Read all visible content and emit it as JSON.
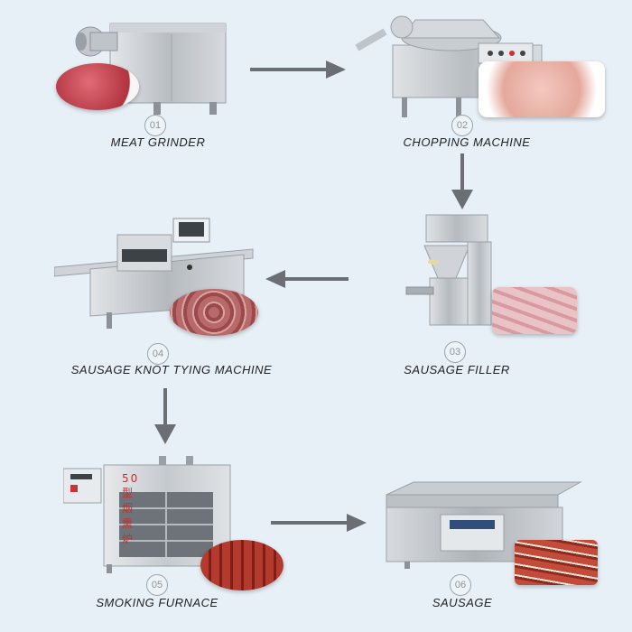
{
  "steps": [
    {
      "number": "01",
      "label": "MEAT GRINDER"
    },
    {
      "number": "02",
      "label": "CHOPPING MACHINE"
    },
    {
      "number": "03",
      "label": "SAUSAGE FILLER"
    },
    {
      "number": "04",
      "label": "SAUSAGE KNOT TYING MACHINE"
    },
    {
      "number": "05",
      "label": "SMOKING FURNACE"
    },
    {
      "number": "06",
      "label": "SAUSAGE"
    }
  ],
  "furnace_sign": "50 型烟熏炉",
  "colors": {
    "background": "#e8f0f7",
    "arrow": "#6b6e72",
    "steel": "#c9ced3"
  }
}
